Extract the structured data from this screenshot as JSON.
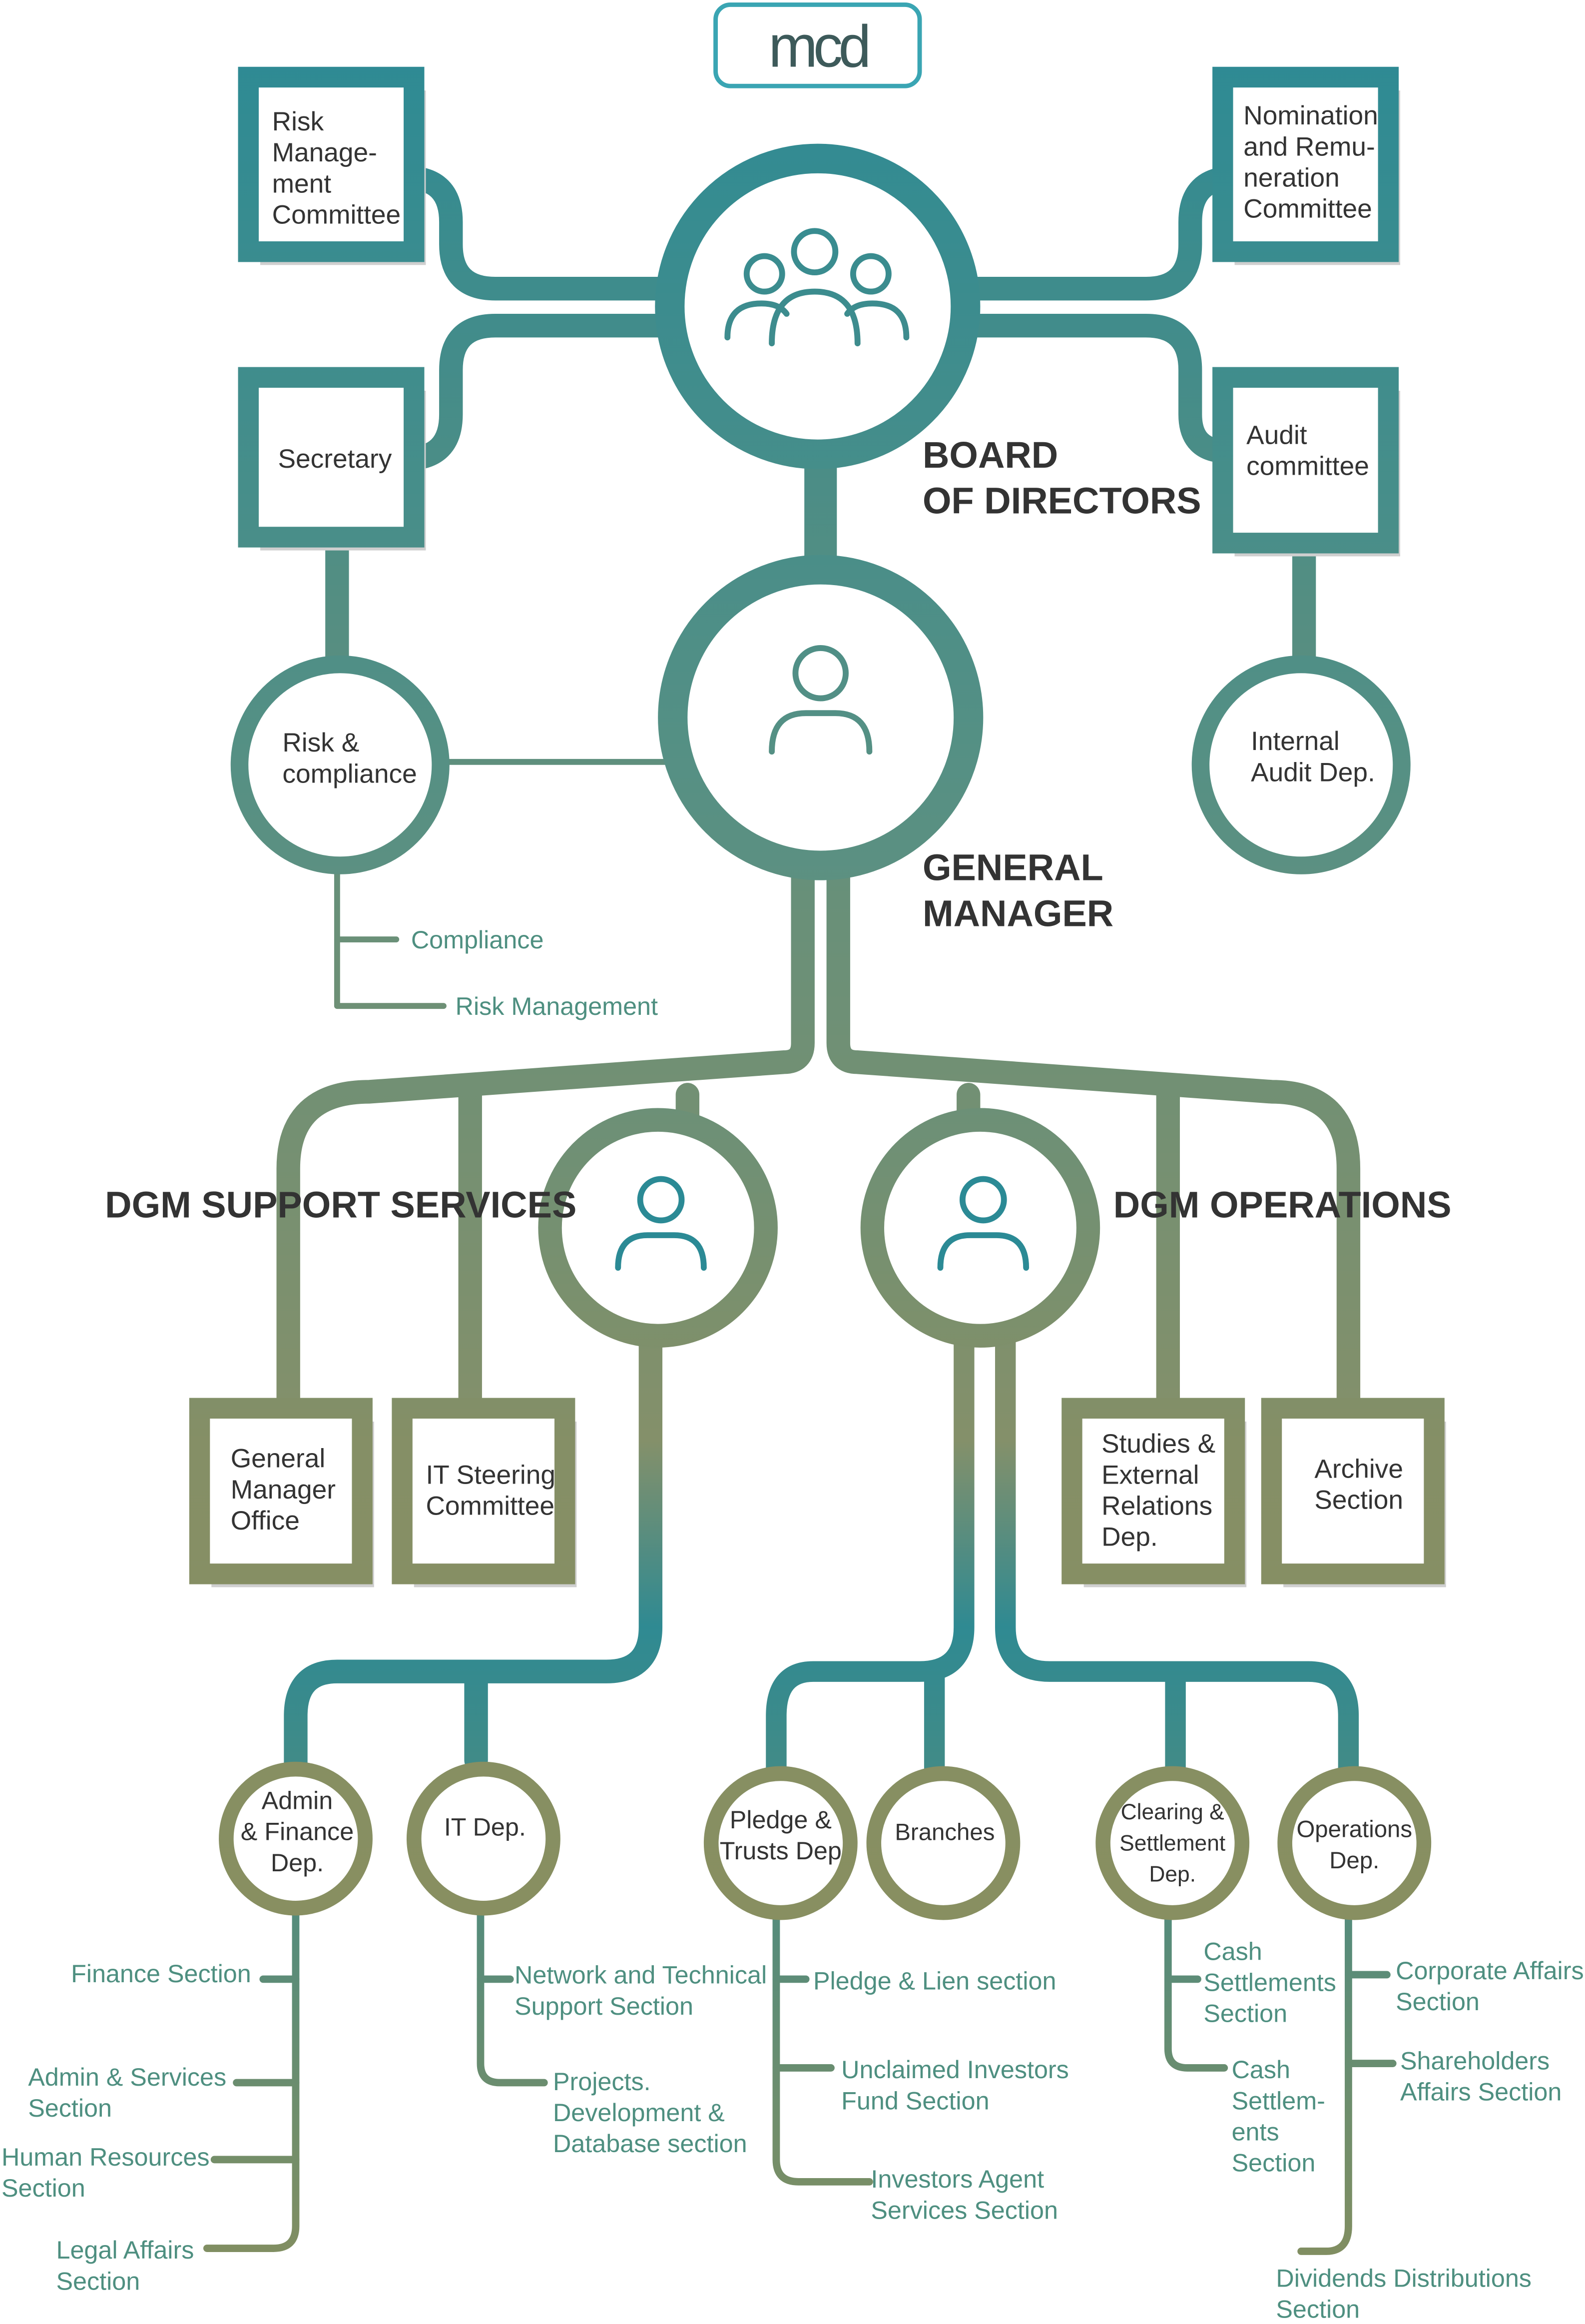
{
  "logo": {
    "text": "mcd"
  },
  "colors": {
    "teal": "#2b8a95",
    "olive": "#8a8f5c",
    "mid": "#5f9180",
    "text_dark": "#333333",
    "section_text": "#4e8f80",
    "box_shadow": "#b8b8b8"
  },
  "icons": {
    "board": "people-group-icon",
    "person": "person-icon"
  },
  "board": {
    "title_line1": "BOARD",
    "title_line2": "OF DIRECTORS",
    "committees": {
      "risk": [
        "Risk",
        "Manage-",
        "ment",
        "Committee"
      ],
      "nomination": [
        "Nomination",
        "and Remu-",
        "neration",
        "Committee"
      ],
      "secretary": [
        "Secretary"
      ],
      "audit": [
        "Audit",
        "committee"
      ]
    }
  },
  "general_manager": {
    "title_line1": "GENERAL",
    "title_line2": "MANAGER",
    "risk_compliance": [
      "Risk &",
      "compliance"
    ],
    "internal_audit": [
      "Internal",
      "Audit Dep."
    ],
    "rc_sections": [
      "Compliance",
      "Risk Management"
    ]
  },
  "dgm_support": {
    "title": "DGM SUPPORT SERVICES",
    "offices": {
      "gm_office": [
        "General",
        "Manager",
        "Office"
      ],
      "it_steering": [
        "IT Steering",
        "Committee"
      ]
    },
    "departments": {
      "admin_finance": [
        "Admin",
        "& Finance",
        "Dep."
      ],
      "it": [
        "IT Dep."
      ]
    },
    "admin_sections": {
      "finance": [
        "Finance Section"
      ],
      "admin_services": [
        "Admin & Services",
        "Section"
      ],
      "hr": [
        "Human Resources",
        "Section"
      ],
      "legal": [
        "Legal Affairs",
        "Section"
      ]
    },
    "it_sections": {
      "network": [
        "Network and Technical",
        "Support Section"
      ],
      "projects": [
        "Projects.",
        "Development &",
        "Database section"
      ]
    }
  },
  "dgm_operations": {
    "title": "DGM OPERATIONS",
    "offices": {
      "studies": [
        "Studies &",
        "External",
        "Relations",
        "Dep."
      ],
      "archive": [
        "Archive",
        "Section"
      ]
    },
    "departments": {
      "pledge": [
        "Pledge &",
        "Trusts Dep"
      ],
      "branches": [
        "Branches"
      ],
      "clearing": [
        "Clearing &",
        "Settlement",
        "Dep."
      ],
      "operations": [
        "Operations",
        "Dep."
      ]
    },
    "pledge_sections": {
      "pledge_lien": [
        "Pledge & Lien section"
      ],
      "unclaimed": [
        "Unclaimed Investors",
        "Fund Section"
      ],
      "investors_agent": [
        "Investors Agent",
        "Services Section"
      ]
    },
    "clearing_sections": {
      "cash_settlements": [
        "Cash",
        "Settlements",
        "Section"
      ],
      "cash_settlem_ents": [
        "Cash",
        "Settlem-",
        "ents",
        "Section"
      ]
    },
    "operations_sections": {
      "corporate": [
        "Corporate Affairs",
        "Section"
      ],
      "shareholders": [
        "Shareholders",
        "Affairs Section"
      ],
      "dividends": [
        "Dividends Distributions",
        "Section"
      ]
    }
  }
}
